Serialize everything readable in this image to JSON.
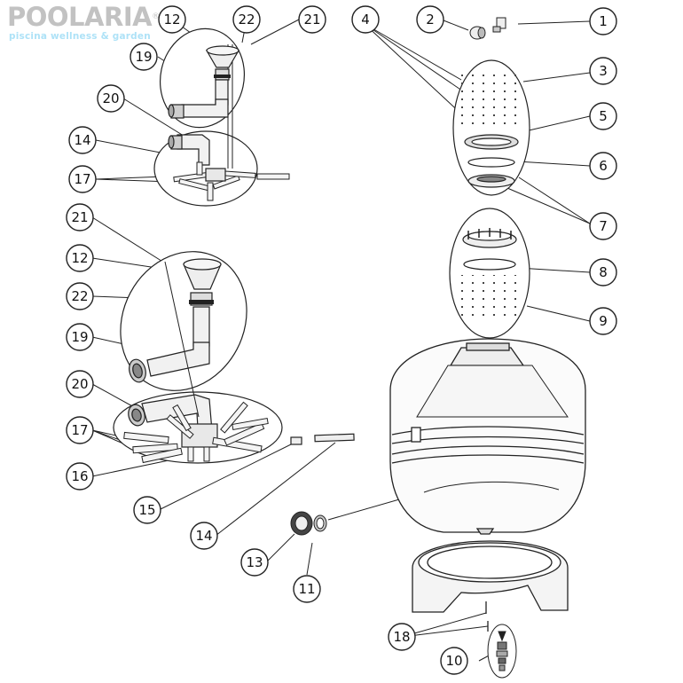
{
  "logo": {
    "brand": "POOLARIA",
    "registered": "®",
    "tagline": "piscina wellness & garden"
  },
  "callouts": [
    "1",
    "2",
    "3",
    "4",
    "5",
    "6",
    "7",
    "8",
    "9",
    "10",
    "11",
    "12",
    "13",
    "14",
    "15",
    "16",
    "17",
    "18",
    "19",
    "20",
    "21",
    "22"
  ]
}
